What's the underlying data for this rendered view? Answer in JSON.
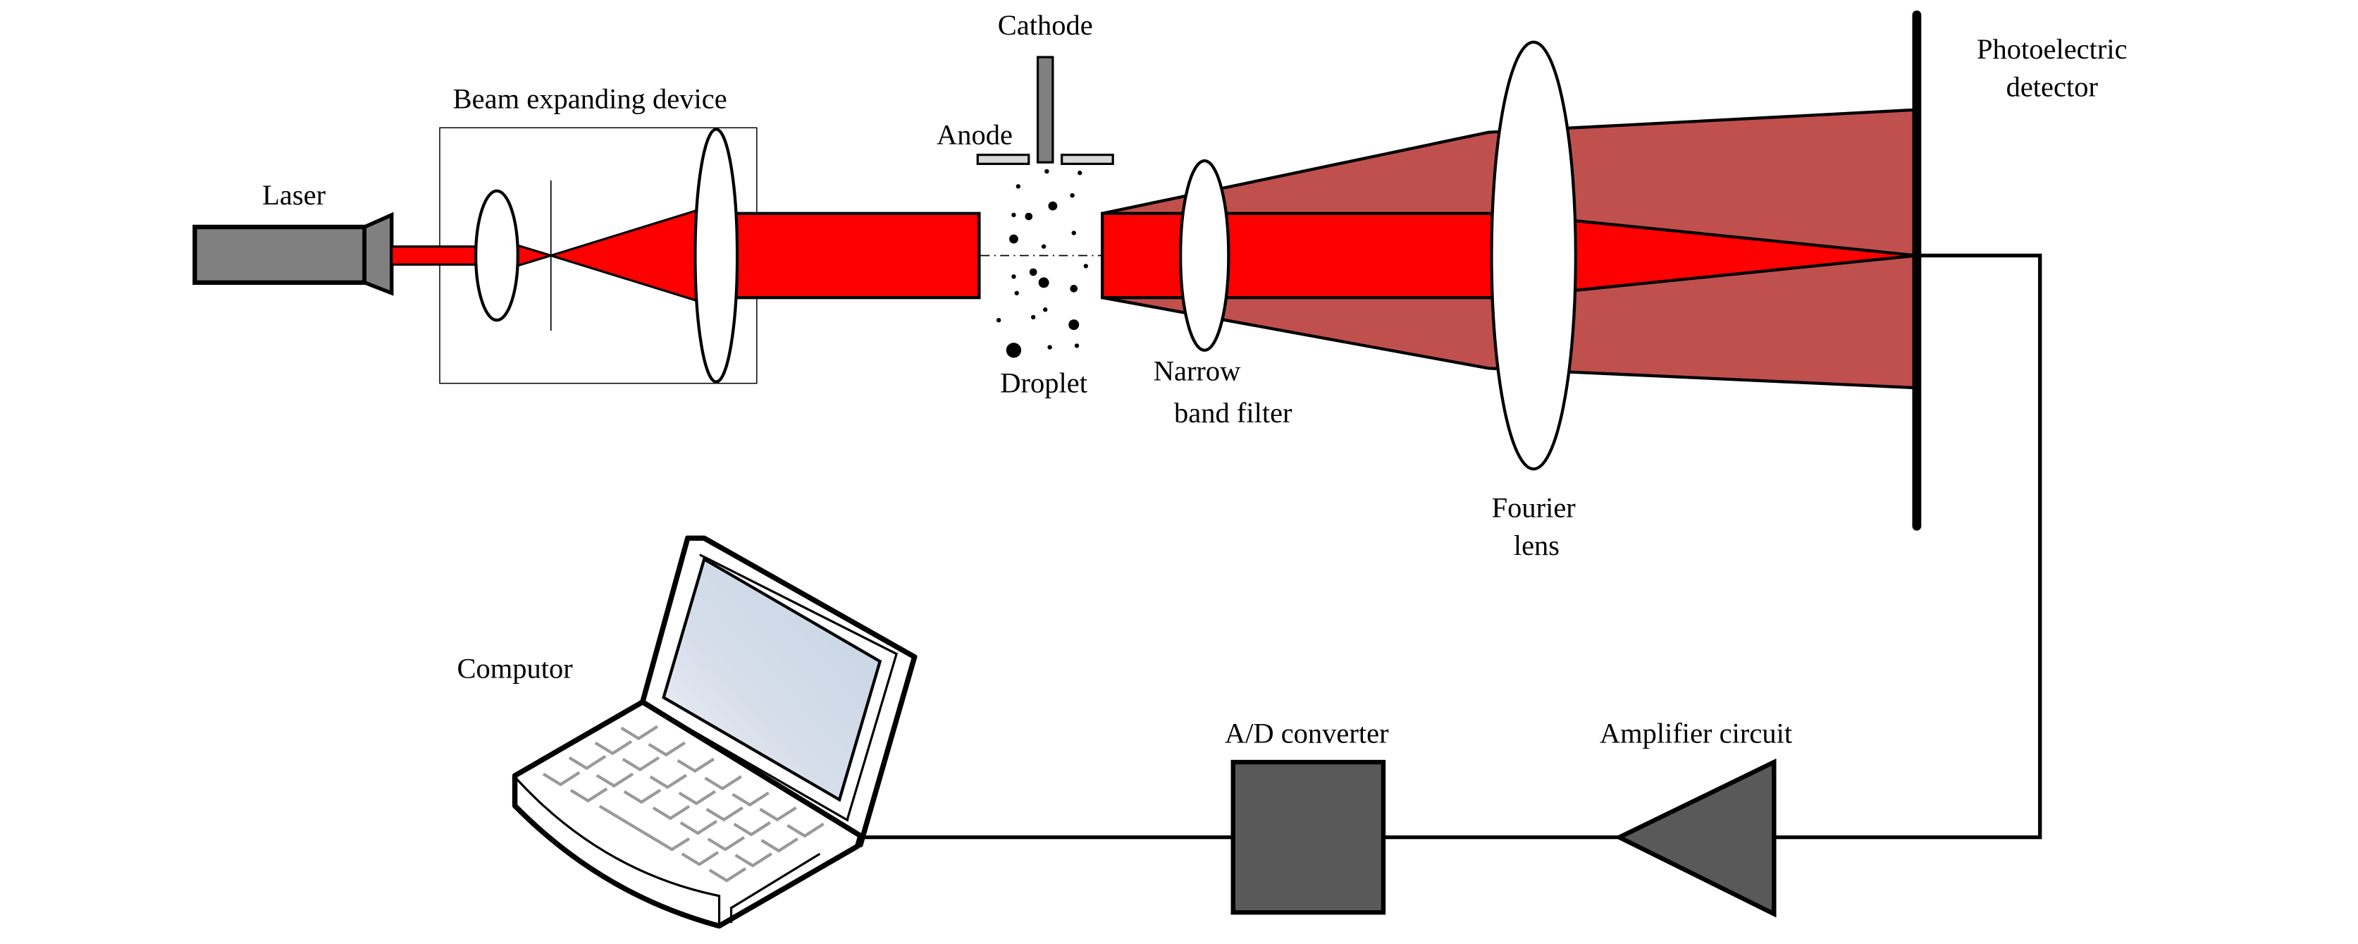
{
  "labels": {
    "laser": "Laser",
    "beam_expander": "Beam expanding device",
    "cathode": "Cathode",
    "anode": "Anode",
    "droplet": "Droplet",
    "filter_line1": "Narrow",
    "filter_line2": "band filter",
    "fourier_line1": "Fourier",
    "fourier_line2": "lens",
    "detector_line1": "Photoelectric",
    "detector_line2": "detector",
    "computer": "Computor",
    "adc": "A/D converter",
    "amplifier": "Amplifier circuit"
  },
  "colors": {
    "laser_beam": "#ff0000",
    "scattered_light": "#c0504d",
    "laser_body": "#808080",
    "adc_fill": "#595959",
    "amplifier_fill": "#595959",
    "electrode_plate": "#d9d9d9",
    "screen": "#c5d3e4",
    "keys": "#999999"
  }
}
